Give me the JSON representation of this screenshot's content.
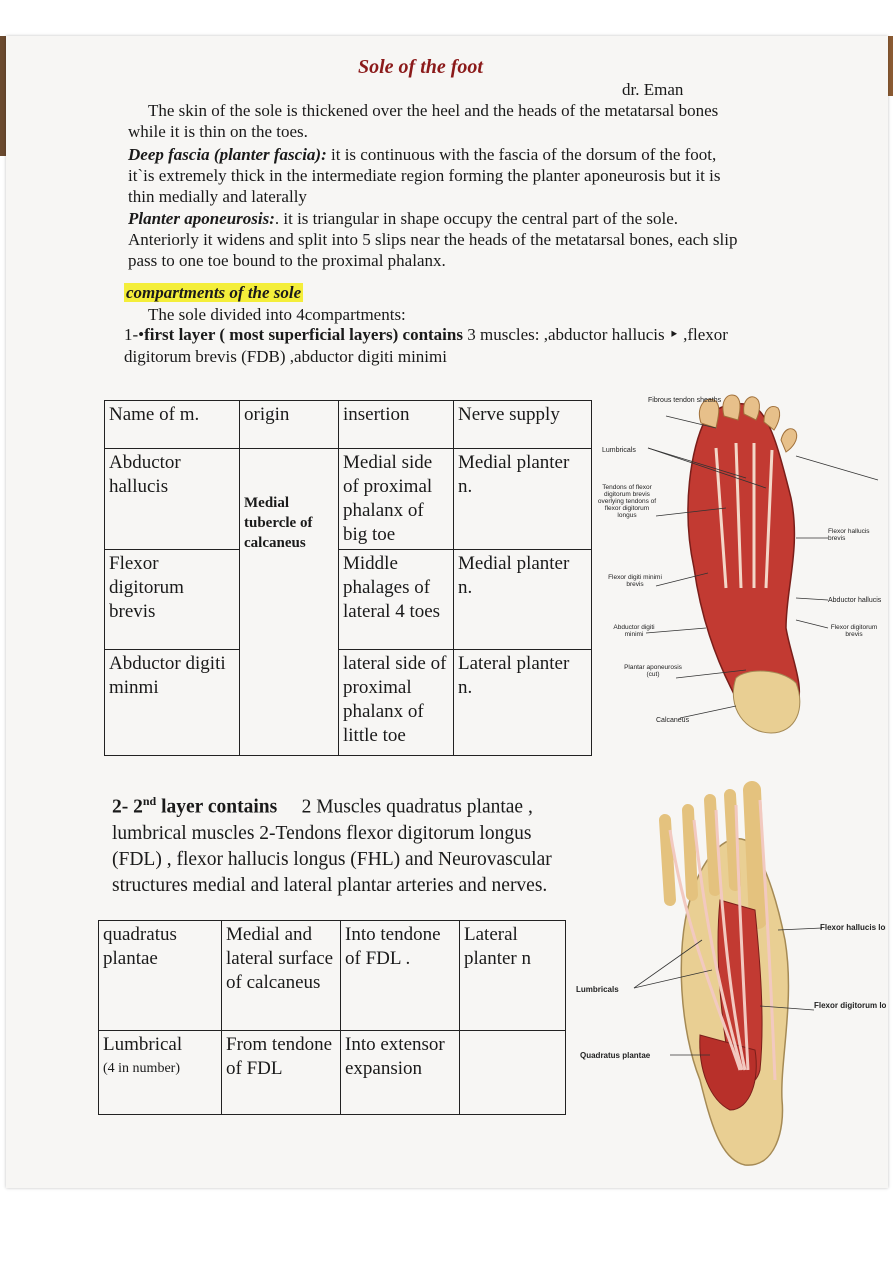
{
  "title": "Sole of the foot",
  "author": "dr. Eman",
  "intro": "The skin of the sole is thickened over the heel and the heads of the metatarsal bones while it is thin on the toes.",
  "deep_fascia": {
    "term": "Deep fascia (planter fascia):",
    "text": " it is continuous with the fascia of the dorsum of the foot, it`is extremely thick in the intermediate region forming the planter aponeurosis but it is thin medially and laterally"
  },
  "aponeurosis": {
    "term": "Planter aponeurosis:",
    "text": ". it is triangular in shape occupy the central part of the sole. Anteriorly it widens and split into 5 slips near the heads of the metatarsal bones, each slip pass to one toe bound to the proximal phalanx."
  },
  "compartments_heading": "compartments of the sole",
  "compartments_intro": "The sole divided into 4compartments:",
  "layer1": {
    "prefix": "1-•",
    "bold": "first layer ( most superficial layers) contains",
    "text": " 3 muscles: ,abductor hallucis ‣ ,flexor digitorum brevis (FDB) ,abductor digiti minimi"
  },
  "table1": {
    "headers": [
      "Name of m.",
      "origin",
      "insertion",
      "Nerve supply"
    ],
    "common_origin": "Medial tubercle of calcaneus",
    "rows": [
      {
        "name": "Abductor hallucis",
        "insertion": "Medial side of proximal phalanx of big toe",
        "nerve": "Medial planter n."
      },
      {
        "name": "Flexor digitorum brevis",
        "insertion": "Middle phalages of lateral 4 toes",
        "nerve": "Medial planter n."
      },
      {
        "name": "Abductor digiti minmi",
        "insertion": "lateral side of proximal phalanx of little toe",
        "nerve": "Lateral planter n."
      }
    ]
  },
  "layer2": {
    "prefix": "2- 2",
    "sup": "nd",
    "bold": " layer contains",
    "text": "     2 Muscles quadratus plantae , lumbrical muscles 2-Tendons flexor digitorum longus (FDL) , flexor hallucis longus (FHL) and Neurovascular structures medial and lateral plantar arteries and nerves."
  },
  "table2": {
    "rows": [
      {
        "name": "quadratus plantae",
        "name_note": "",
        "origin": "Medial and lateral surface of calcaneus",
        "insertion": "Into tendone of FDL .",
        "nerve": "Lateral planter n"
      },
      {
        "name": "Lumbrical",
        "name_note": "(4 in number)",
        "origin": "From tendone of FDL",
        "insertion": "Into extensor expansion",
        "nerve": ""
      }
    ]
  },
  "figure1": {
    "labels": [
      "Fibrous tendon sheaths",
      "Lumbricals",
      "Tendons of flexor digitorum brevis overlying tendons of flexor digitorum longus",
      "Flexor hallucis brevis",
      "Flexor digiti minimi brevis",
      "Abductor hallucis",
      "Abductor digiti minimi",
      "Flexor digitorum brevis",
      "Plantar aponeurosis (cut)",
      "Calcaneus"
    ]
  },
  "figure2": {
    "labels": [
      "Flexor hallucis longus",
      "Lumbricals",
      "Flexor digitorum longus",
      "Quadratus plantae"
    ]
  },
  "colors": {
    "title": "#8b1a1a",
    "highlight": "#f4ee3a",
    "muscle": "#c23a32",
    "bone": "#e9cf93"
  }
}
